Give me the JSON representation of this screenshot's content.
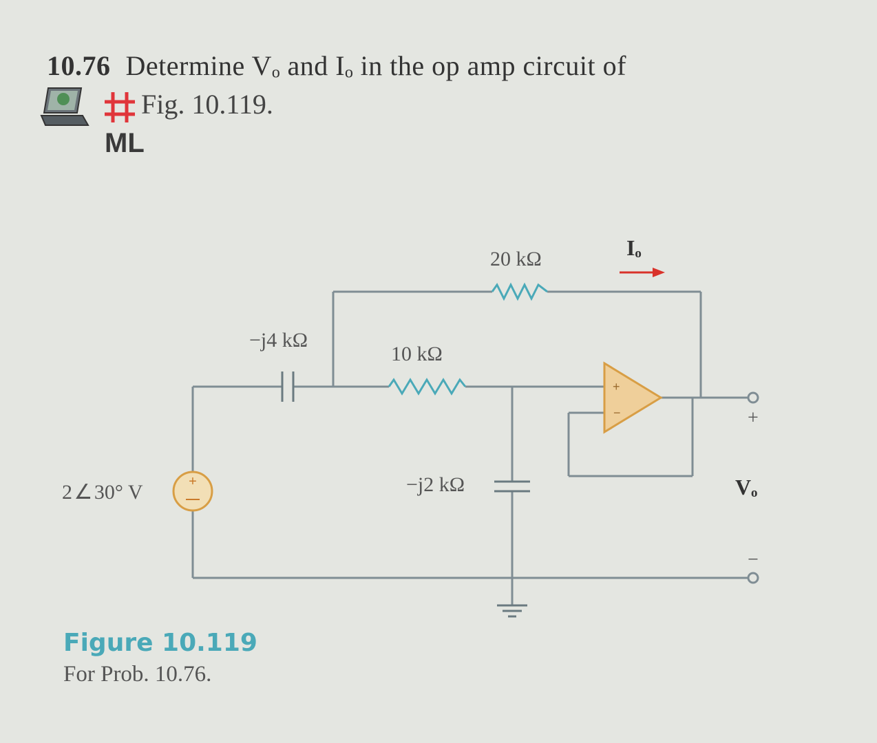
{
  "problem": {
    "number": "10.76",
    "statement_line1": "Determine Vₒ and Iₒ in the op amp circuit of",
    "statement_line2": "Fig. 10.119.",
    "badge": "ML",
    "icons": [
      "laptop-icon",
      "hash-icon"
    ]
  },
  "circuit": {
    "resistor_20k": "20 kΩ",
    "current_label": "Iₒ",
    "capacitor_j4k": "−j4 kΩ",
    "resistor_10k": "10 kΩ",
    "source_label": "2 ∠ 30° V",
    "capacitor_j2k": "−j2 kΩ",
    "output_plus": "+",
    "output_minus": "−",
    "output_label": "Vₒ",
    "opamp_plus": "+",
    "opamp_minus": "−"
  },
  "figure": {
    "title": "Figure 10.119",
    "caption": "For Prob. 10.76."
  },
  "colors": {
    "wire": "#7f8d94",
    "opamp_fill": "#efcf9a",
    "opamp_stroke": "#d89e45",
    "arrow": "#d9322a",
    "caption_title": "#4aa9b8",
    "hash_icon": "#e0353a"
  }
}
